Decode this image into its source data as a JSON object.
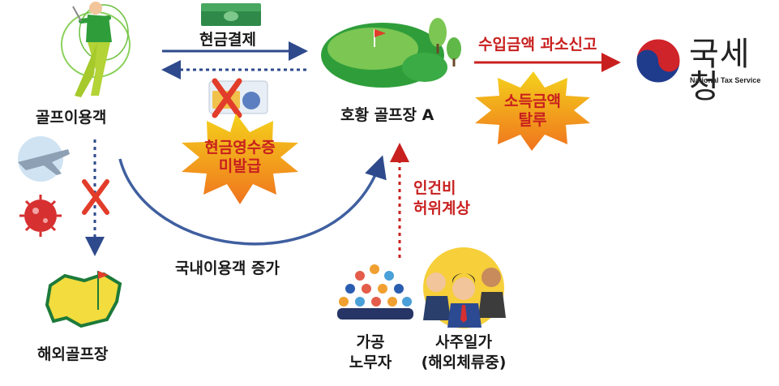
{
  "nodes": {
    "golfer": "골프이용객",
    "overseas_course": "해외골프장",
    "golf_course": "호황 골프장 A",
    "fake_workers_line1": "가공",
    "fake_workers_line2": "노무자",
    "owner_family_line1": "사주일가",
    "owner_family_line2": "(해외체류중)"
  },
  "agency": {
    "name": "국세청",
    "name_en": "National Tax Service"
  },
  "edges": {
    "cash_payment": "현금결제",
    "underreport_income": "수입금액 과소신고",
    "domestic_increase": "국내이용객 증가",
    "labor_cost_line1": "인건비",
    "labor_cost_line2": "허위계상"
  },
  "bursts": {
    "receipt_line1": "현금영수증",
    "receipt_line2": "미발급",
    "omission_line1": "소득금액",
    "omission_line2": "탈루"
  },
  "colors": {
    "accent_red": "#c8201f",
    "arrow_blue": "#2e4a8c",
    "burst_yellow": "#f4d21b",
    "burst_orange": "#f0731e",
    "golf_green": "#2f9e3a",
    "covid_red": "#d63030"
  },
  "icons": {
    "golfer": "golfer-icon",
    "course": "golf-course-icon",
    "cash": "cash-icon",
    "card_crossed": "credit-card-crossed-icon",
    "airplane": "airplane-icon",
    "virus": "covid-virus-icon",
    "overseas": "masters-course-icon",
    "crowd": "crowd-icon",
    "family": "business-people-icon",
    "nts_logo": "nts-logo-icon"
  }
}
